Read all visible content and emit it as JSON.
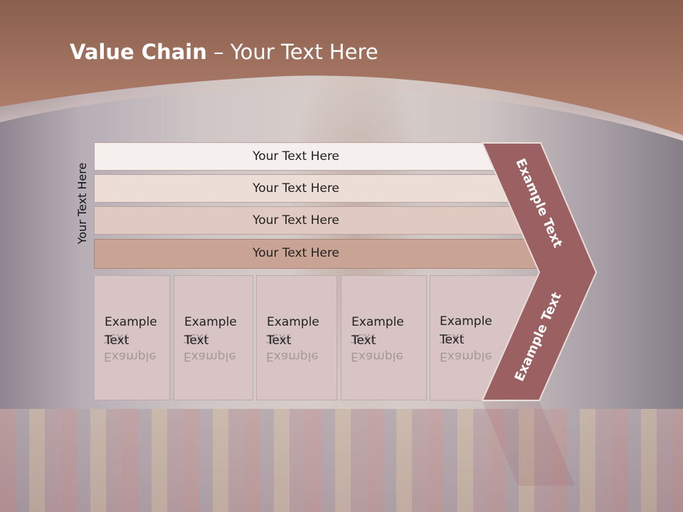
{
  "slide": {
    "title_bold": "Value Chain",
    "title_rest": " – Your Text Here"
  },
  "side_label": "Your Text Here",
  "bars": [
    {
      "label": "Your Text Here",
      "color": "#f5efed"
    },
    {
      "label": "Your Text Here",
      "color": "#ecddd7"
    },
    {
      "label": "Your Text Here",
      "color": "#dfc9c0"
    },
    {
      "label": "Your Text Here",
      "color": "#c9a494"
    }
  ],
  "columns": [
    {
      "line1": "Example",
      "line2": "Text"
    },
    {
      "line1": "Example",
      "line2": "Text"
    },
    {
      "line1": "Example",
      "line2": "Text"
    },
    {
      "line1": "Example",
      "line2": "Text"
    },
    {
      "line1": "Example",
      "line2": "Text"
    }
  ],
  "chevron": {
    "top_label": "Example Text",
    "bottom_label": "Example Text",
    "color": "#9a6062"
  },
  "colors": {
    "header": "#a97663",
    "column_fill": "#d8c4c4"
  }
}
